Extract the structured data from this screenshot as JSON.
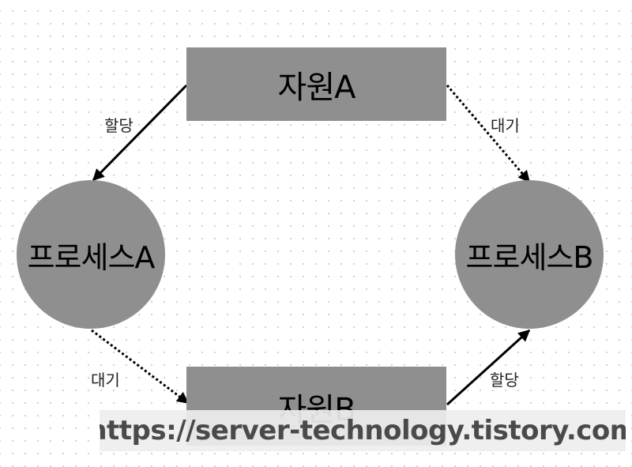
{
  "nodes": {
    "resource_a": "자원A",
    "resource_b": "자원B",
    "process_a": "프로세스A",
    "process_b": "프로세스B"
  },
  "edges": {
    "resource_a_to_process_a": "할당",
    "resource_a_to_process_b": "대기",
    "process_a_to_resource_b": "대기",
    "resource_b_to_process_b": "할당"
  },
  "watermark": "https://server-technology.tistory.com",
  "colors": {
    "node_fill": "#8f8f8f",
    "edge_stroke": "#000000"
  }
}
